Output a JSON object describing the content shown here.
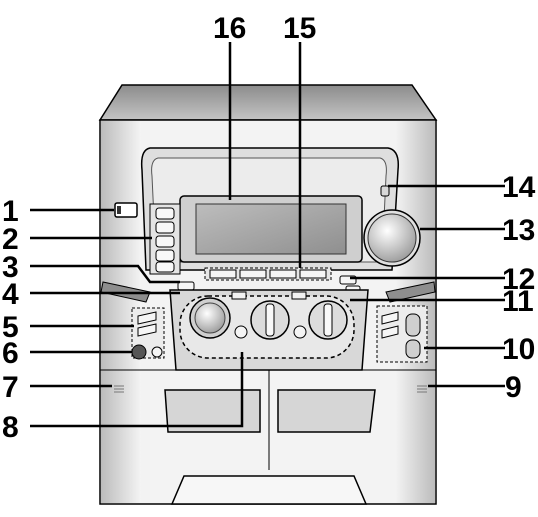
{
  "figure": {
    "callouts": [
      {
        "id": 1,
        "text": "1"
      },
      {
        "id": 2,
        "text": "2"
      },
      {
        "id": 3,
        "text": "3"
      },
      {
        "id": 4,
        "text": "4"
      },
      {
        "id": 5,
        "text": "5"
      },
      {
        "id": 6,
        "text": "6"
      },
      {
        "id": 7,
        "text": "7"
      },
      {
        "id": 8,
        "text": "8"
      },
      {
        "id": 9,
        "text": "9"
      },
      {
        "id": 10,
        "text": "10"
      },
      {
        "id": 11,
        "text": "11"
      },
      {
        "id": 12,
        "text": "12"
      },
      {
        "id": 13,
        "text": "13"
      },
      {
        "id": 14,
        "text": "14"
      },
      {
        "id": 15,
        "text": "15"
      },
      {
        "id": 16,
        "text": "16"
      }
    ],
    "colors": {
      "body_light": "#f2f2f2",
      "body_mid": "#d0d0d0",
      "body_dark": "#9a9a9a",
      "outline": "#000000",
      "display": "#a8a8a8"
    }
  }
}
